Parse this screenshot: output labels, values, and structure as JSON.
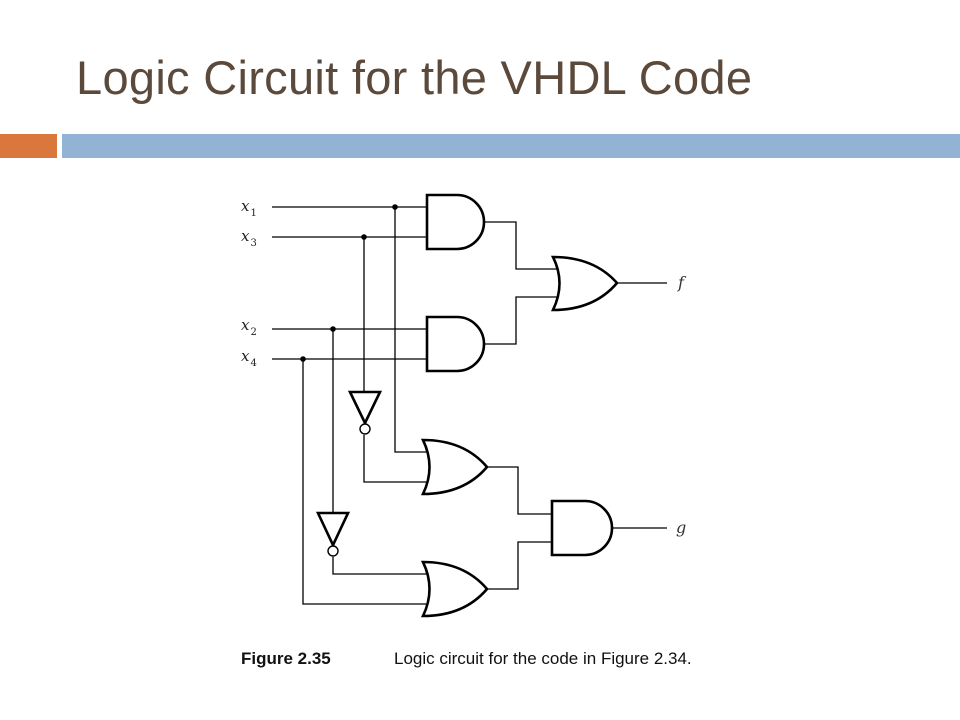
{
  "slide": {
    "title": "Logic Circuit for the VHDL Code",
    "accent_colors": {
      "orange": "#d9773d",
      "blue": "#92b3d3"
    }
  },
  "circuit": {
    "inputs": [
      {
        "letter": "x",
        "index": "1"
      },
      {
        "letter": "x",
        "index": "3"
      },
      {
        "letter": "x",
        "index": "2"
      },
      {
        "letter": "x",
        "index": "4"
      }
    ],
    "outputs": [
      "f",
      "g"
    ]
  },
  "caption": {
    "label": "Figure 2.35",
    "text": "Logic circuit for the code in Figure 2.34."
  }
}
